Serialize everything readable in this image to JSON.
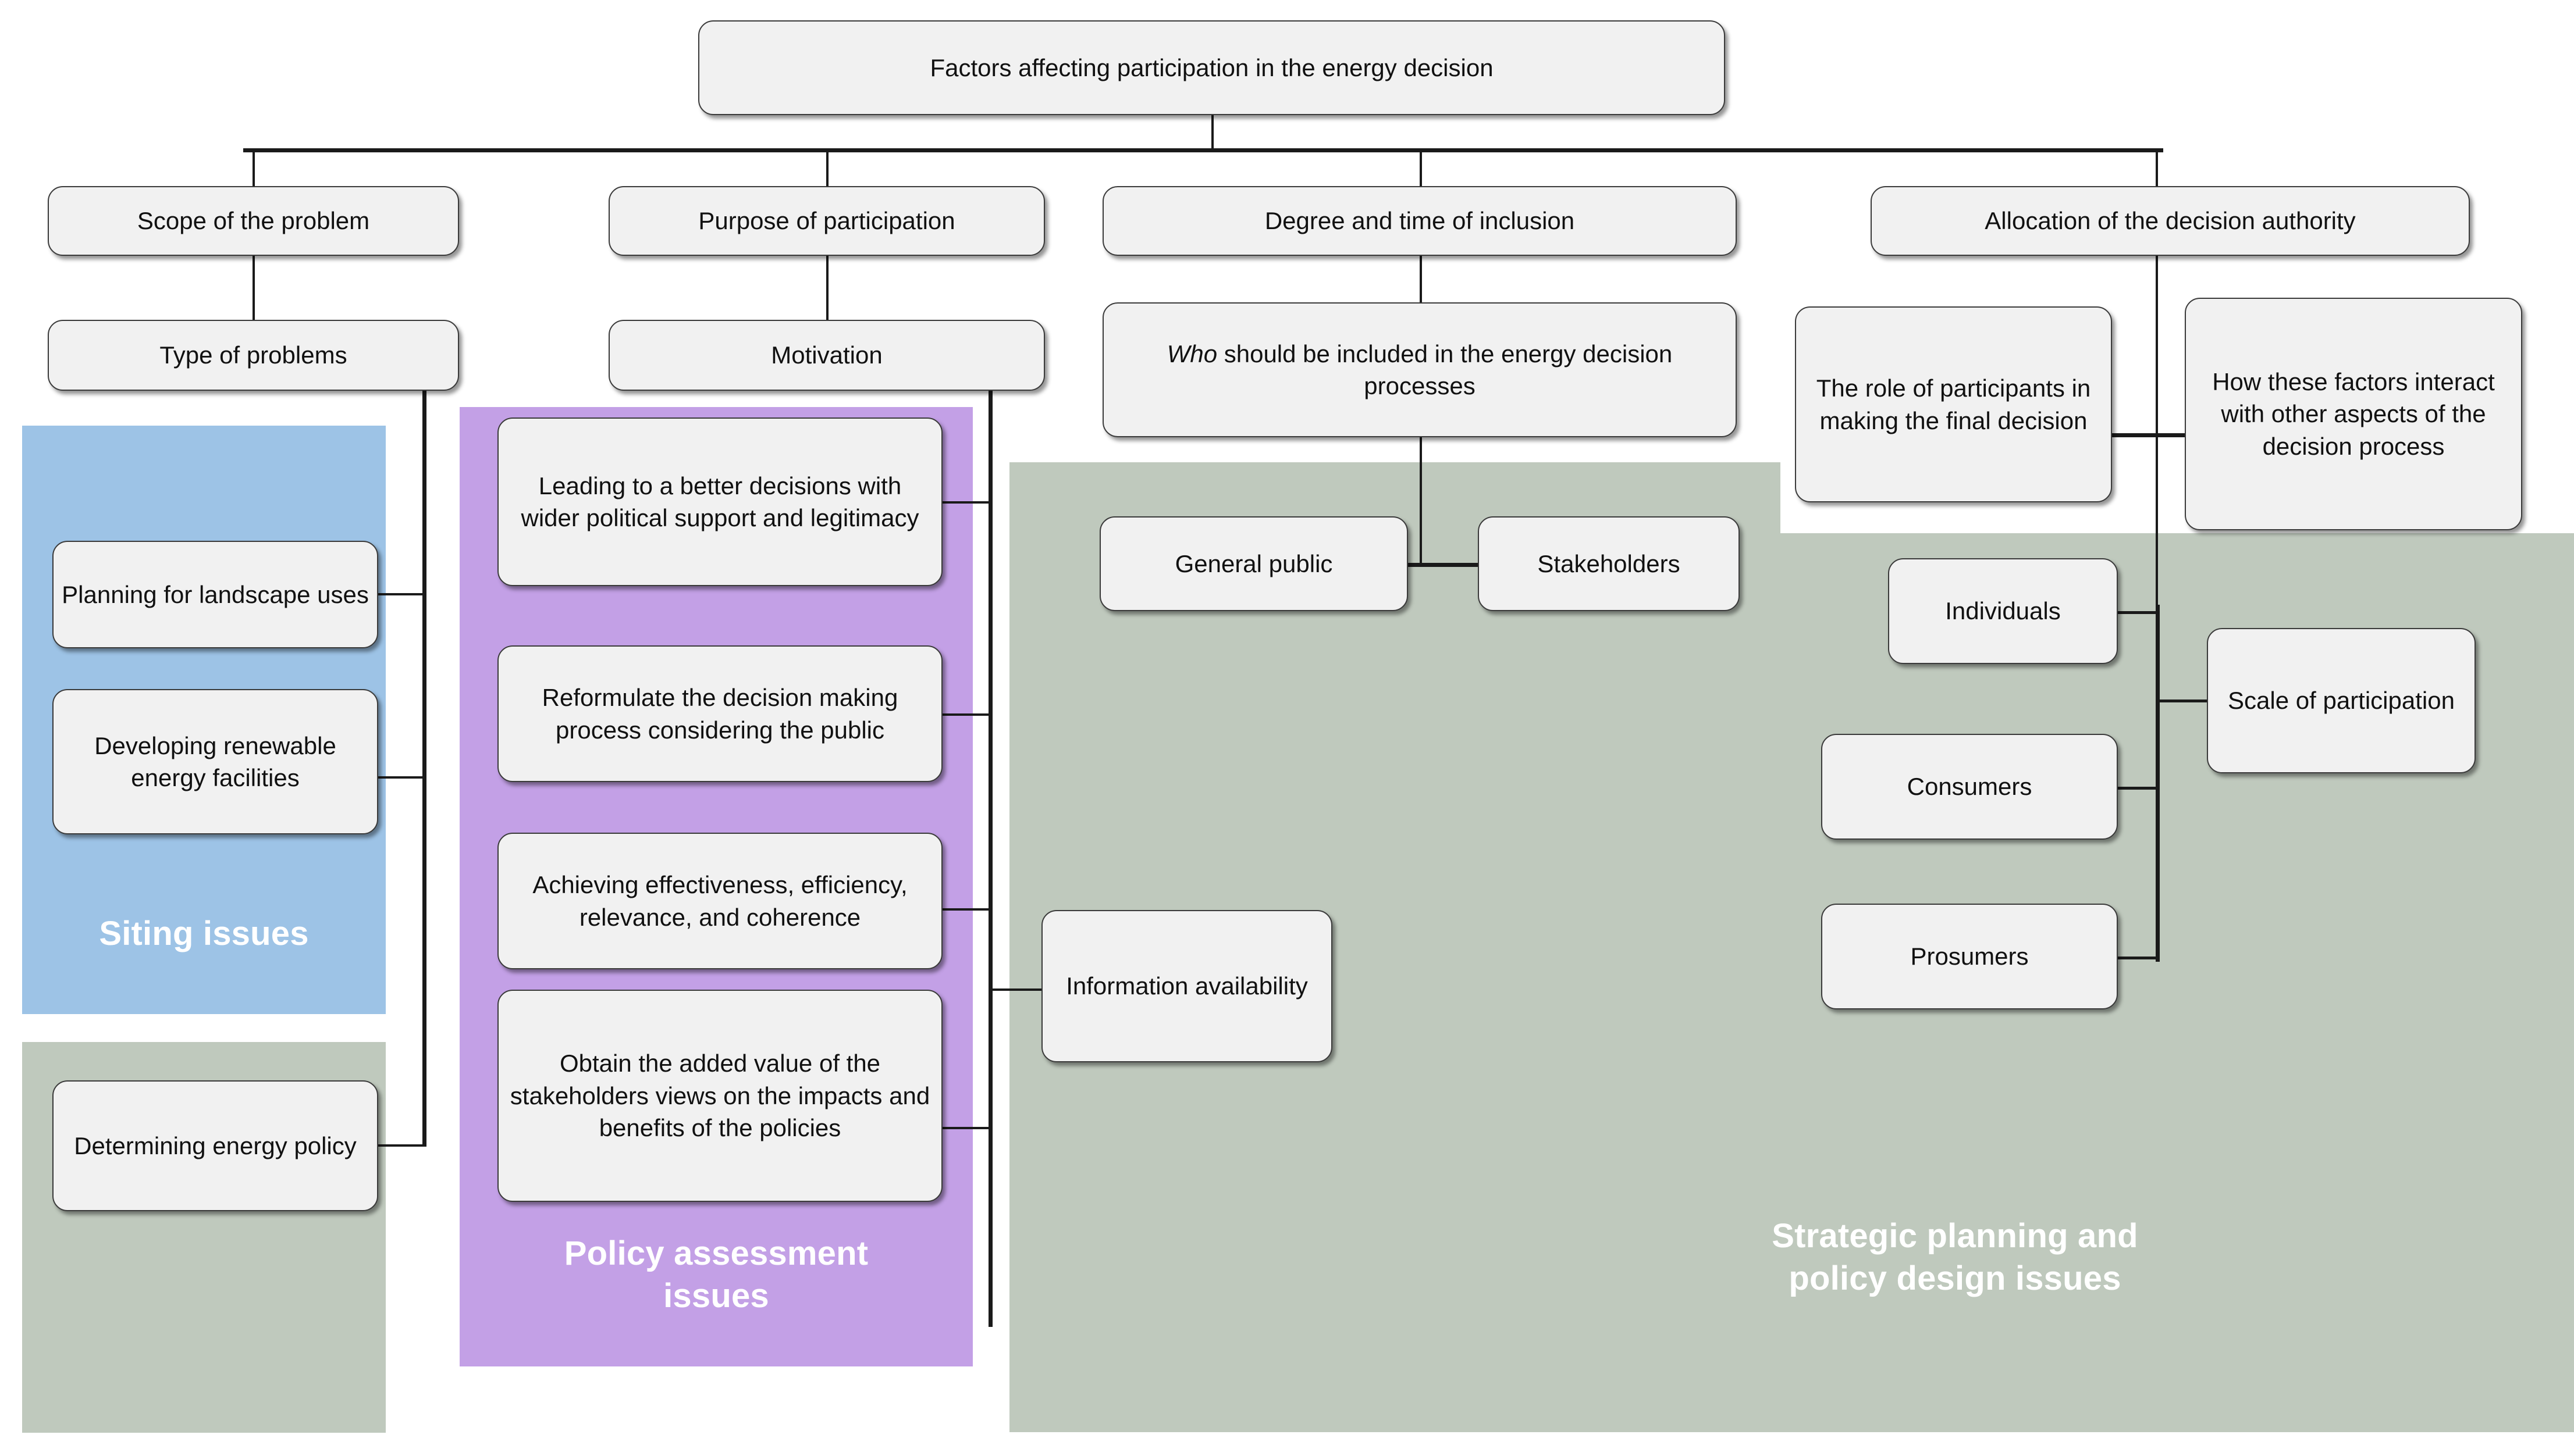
{
  "diagram": {
    "title": "Factors affecting participation in the energy decision",
    "root": {
      "label": "Factors affecting participation in the energy decision"
    },
    "branches": [
      {
        "label": "Scope of the problem"
      },
      {
        "label": "Purpose of participation"
      },
      {
        "label": "Degree and time of inclusion"
      },
      {
        "label": "Allocation of the decision authority"
      }
    ],
    "sub": {
      "type_of_problems": "Type of problems",
      "motivation": "Motivation",
      "who_included_pre": "Who",
      "who_included_rest": " should be included in the energy decision processes",
      "role_of_participants": "The role of participants in making the final decision",
      "how_factors_interact": "How these factors interact with other aspects of the decision process"
    },
    "siting": {
      "panel_label": "Siting issues",
      "color": "#9DC3E6",
      "items": [
        "Planning for landscape uses",
        "Developing renewable energy facilities"
      ]
    },
    "policy_assessment": {
      "panel_label_line1": "Policy assessment",
      "panel_label_line2": "issues",
      "color": "#C3A0E6",
      "items": [
        "Leading to a better decisions with wider political support and legitimacy",
        "Reformulate the decision making process considering the public",
        "Achieving effectiveness, efficiency, relevance, and coherence",
        "Obtain the added value of the stakeholders views on the impacts and benefits of the policies"
      ]
    },
    "strategic": {
      "panel_label_line1": "Strategic planning and",
      "panel_label_line2": "policy design issues",
      "color": "#BFC9BD",
      "items": {
        "determining_energy_policy": "Determining energy policy",
        "general_public": "General public",
        "stakeholders": "Stakeholders",
        "information_availability": "Information availability",
        "individuals": "Individuals",
        "consumers": "Consumers",
        "prosumers": "Prosumers",
        "scale_of_participation": "Scale of participation"
      }
    },
    "node_style": {
      "fill": "#F1F1F1",
      "border": "#3A3A3A",
      "text": "#111111"
    }
  }
}
